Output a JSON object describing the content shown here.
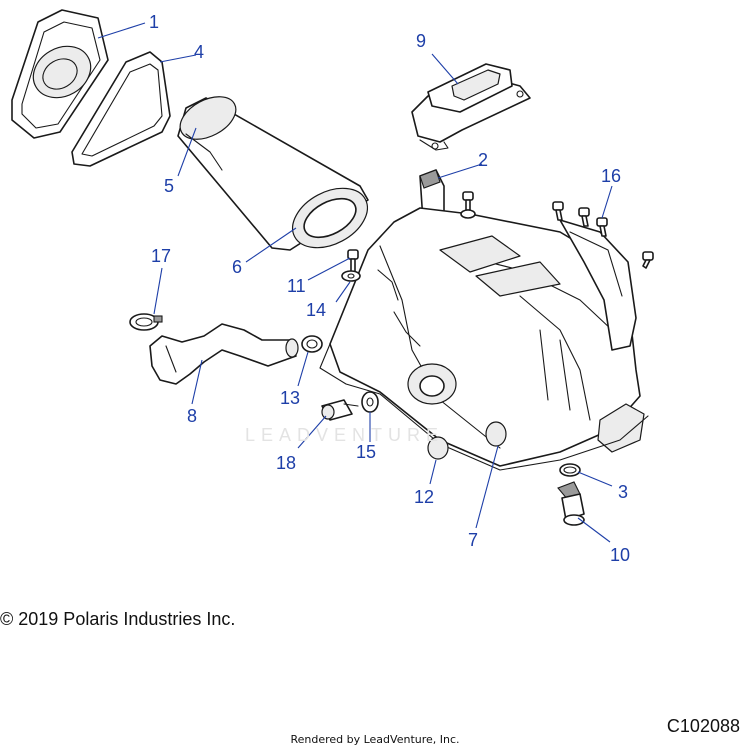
{
  "callouts": [
    {
      "num": "1"
    },
    {
      "num": "2"
    },
    {
      "num": "3"
    },
    {
      "num": "4"
    },
    {
      "num": "5"
    },
    {
      "num": "6"
    },
    {
      "num": "7"
    },
    {
      "num": "8"
    },
    {
      "num": "9"
    },
    {
      "num": "10"
    },
    {
      "num": "11"
    },
    {
      "num": "12"
    },
    {
      "num": "13"
    },
    {
      "num": "14"
    },
    {
      "num": "15"
    },
    {
      "num": "16"
    },
    {
      "num": "17"
    },
    {
      "num": "18"
    }
  ],
  "copyright": "© 2019 Polaris Industries Inc.",
  "figure_id": "C102088",
  "rendered_by": "Rendered by LeadVenture, Inc.",
  "watermark": "LEADVENTURE",
  "colors": {
    "callout": "#1e3fa8",
    "line": "#1a1a1a",
    "background": "#ffffff"
  }
}
